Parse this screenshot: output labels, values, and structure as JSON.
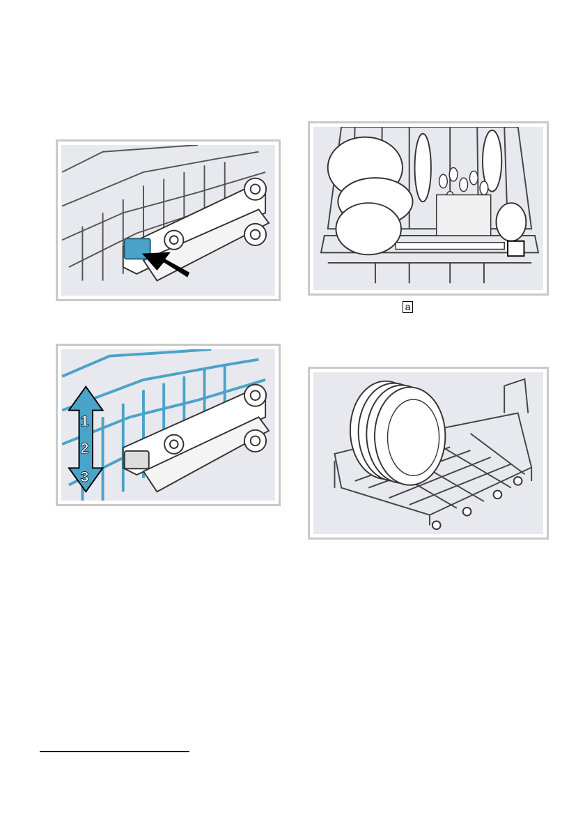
{
  "figures": [
    {
      "name": "upper-basket-release-lever",
      "highlight_color": "#4aa3c8"
    },
    {
      "name": "upper-basket-height-adjust",
      "highlight_color": "#4aa3c8",
      "levels": [
        "1",
        "2",
        "3"
      ]
    },
    {
      "name": "loaded-basket-with-cutlery-basket",
      "callout": "a"
    },
    {
      "name": "lower-basket-with-plates"
    }
  ],
  "colors": {
    "figure_bg": "#e8e9ee",
    "frame": "#c9c9c9",
    "accent": "#4aa3c8"
  }
}
